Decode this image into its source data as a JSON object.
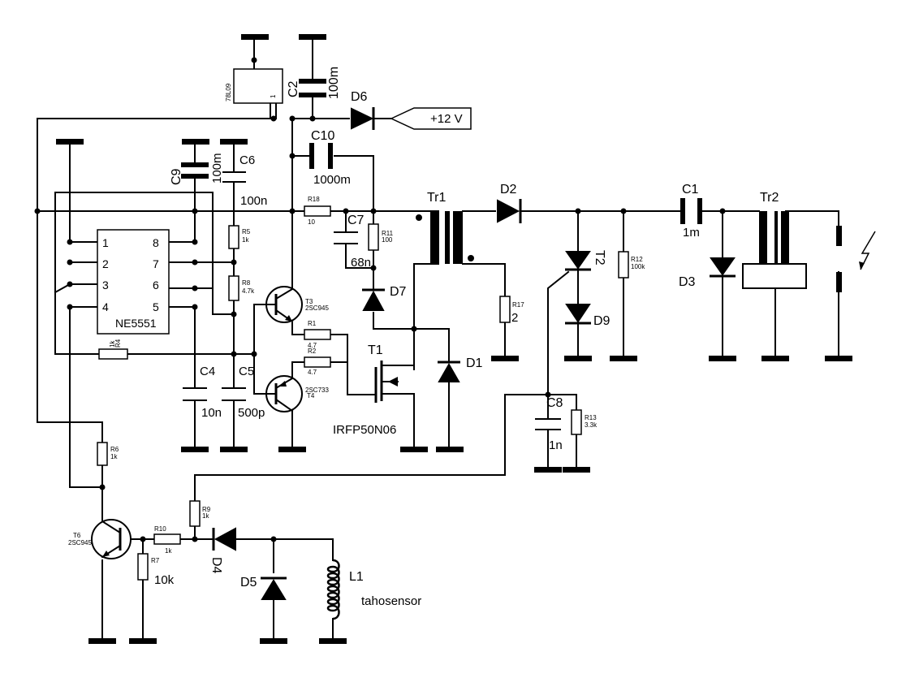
{
  "ic": {
    "label": "NE5551",
    "pins": [
      "1",
      "2",
      "3",
      "4",
      "5",
      "6",
      "7",
      "8"
    ]
  },
  "regulator": {
    "label": "78L09",
    "pin": "1"
  },
  "supply": {
    "label": "+12 V"
  },
  "mosfet": {
    "ref": "T1",
    "part": "IRFP50N06"
  },
  "transformer1": {
    "ref": "Tr1"
  },
  "transformer2": {
    "ref": "Tr2"
  },
  "thyristor": {
    "ref": "T2"
  },
  "inductor": {
    "ref": "L1",
    "name": "tahosensor"
  },
  "transistors": {
    "t3": {
      "ref": "T3",
      "part": "2SC945"
    },
    "t4": {
      "ref": "T4",
      "part": "2SC733"
    },
    "t6": {
      "ref": "T6",
      "part": "2SC945"
    }
  },
  "diodes": {
    "d1": "D1",
    "d2": "D2",
    "d3": "D3",
    "d4": "D4",
    "d5": "D5",
    "d6": "D6",
    "d7": "D7",
    "d9": "D9"
  },
  "capacitors": {
    "c1": {
      "ref": "C1",
      "value": "1m"
    },
    "c2": {
      "ref": "C2",
      "value": "100m"
    },
    "c4": {
      "ref": "C4",
      "value": "10n"
    },
    "c5": {
      "ref": "C5",
      "value": "500p"
    },
    "c6": {
      "ref": "C6",
      "value": "100n"
    },
    "c7": {
      "ref": "C7",
      "value": "68n"
    },
    "c8": {
      "ref": "C8",
      "value": "1n"
    },
    "c9": {
      "ref": "C9",
      "value": "100m"
    },
    "c10": {
      "ref": "C10",
      "value": "1000m"
    }
  },
  "resistors": {
    "r1": {
      "ref": "R1",
      "value": "4.7"
    },
    "r2": {
      "ref": "R2",
      "value": "4.7"
    },
    "r4": {
      "ref": "R4",
      "value": "1k"
    },
    "r5": {
      "ref": "R5",
      "value": "1k"
    },
    "r6": {
      "ref": "R6",
      "value": "1k"
    },
    "r7": {
      "ref": "R7",
      "value": "10k"
    },
    "r8": {
      "ref": "R8",
      "value": "4.7k"
    },
    "r9": {
      "ref": "R9",
      "value": "1k"
    },
    "r10": {
      "ref": "R10",
      "value": "1k"
    },
    "r11": {
      "ref": "R11",
      "value": "100"
    },
    "r12": {
      "ref": "R12",
      "value": "100k"
    },
    "r13": {
      "ref": "R13",
      "value": "3.3k"
    },
    "r17": {
      "ref": "R17",
      "value": "2"
    },
    "r18": {
      "ref": "R18",
      "value": "10"
    }
  }
}
